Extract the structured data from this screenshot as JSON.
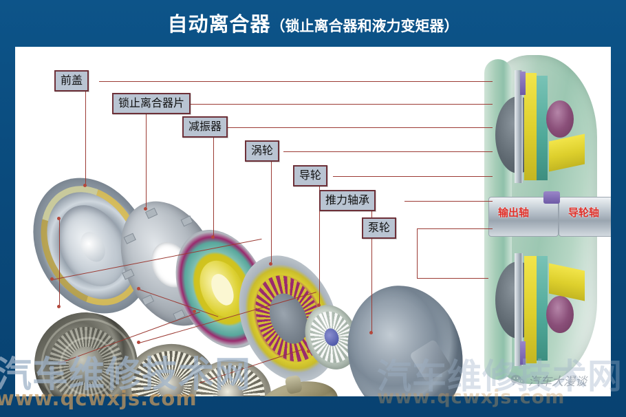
{
  "header": {
    "title_main": "自动离合器",
    "title_sub": "（锁止离合器和液力变矩器）"
  },
  "labels": [
    {
      "id": "front-cover",
      "text": "前盖"
    },
    {
      "id": "lockup-clutch-plate",
      "text": "锁止离合器片"
    },
    {
      "id": "damper",
      "text": "减振器"
    },
    {
      "id": "turbine",
      "text": "涡轮"
    },
    {
      "id": "stator",
      "text": "导轮"
    },
    {
      "id": "thrust-bearing",
      "text": "推力轴承"
    },
    {
      "id": "pump-impeller",
      "text": "泵轮"
    }
  ],
  "cutaway_labels": [
    {
      "id": "output-shaft",
      "text": "输出轴"
    },
    {
      "id": "stator-shaft",
      "text": "导轮轴"
    }
  ],
  "watermarks": {
    "site_cn": "汽车维修技术网",
    "site_url": "www.qcwxjs.com",
    "brand_cn": "汽车大漫谈",
    "brand_icon": "wechat-icon"
  },
  "colors": {
    "poster_background": "#0b4d82",
    "canvas_background": "#ffffff",
    "label_fill": "#b9c4d2",
    "label_border": "#6d3038",
    "leader_line": "#9b3a33",
    "red_label_text": "#e0312a",
    "title_text": "#ffffff"
  }
}
